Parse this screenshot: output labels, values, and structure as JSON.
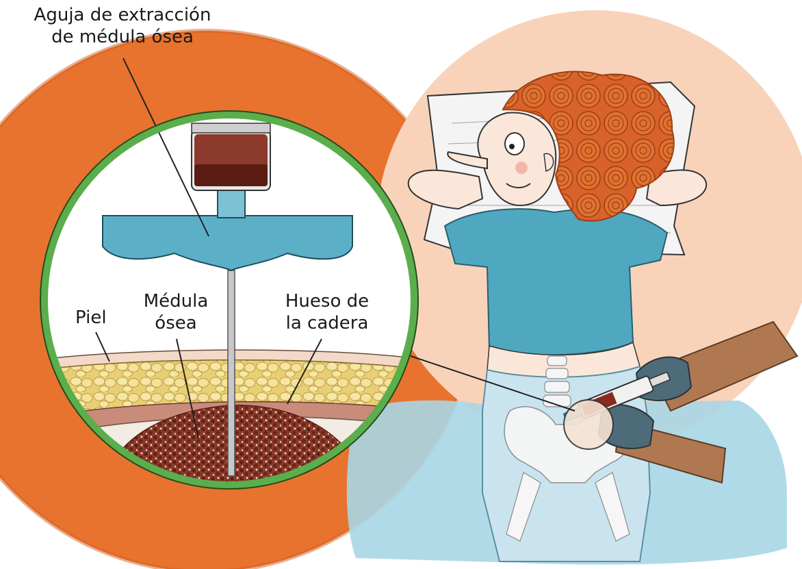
{
  "labels": {
    "needle": {
      "line1": "Aguja de extracción",
      "line2": "de médula ósea"
    },
    "skin": "Piel",
    "marrow": {
      "line1": "Médula",
      "line2": "ósea"
    },
    "hip_bone": {
      "line1": "Hueso de",
      "line2": "la cadera"
    }
  },
  "colors": {
    "orange_circle": "#E8732E",
    "peach_circle": "#F8D3BA",
    "magnifier_ring": "#5AAE4C",
    "needle_handle": "#5BB0C8",
    "syringe_fluid": "#6B2A1F",
    "marrow": "#7A2E20",
    "fat_layer": "#F2DE8E",
    "hair": "#D8622A",
    "shirt": "#4FA8C0",
    "bedsheet": "#A8D6E6",
    "glove": "#4D6B78"
  },
  "icons": [
    "magnifier-lens",
    "needle-handle",
    "syringe",
    "hip-skeleton"
  ]
}
